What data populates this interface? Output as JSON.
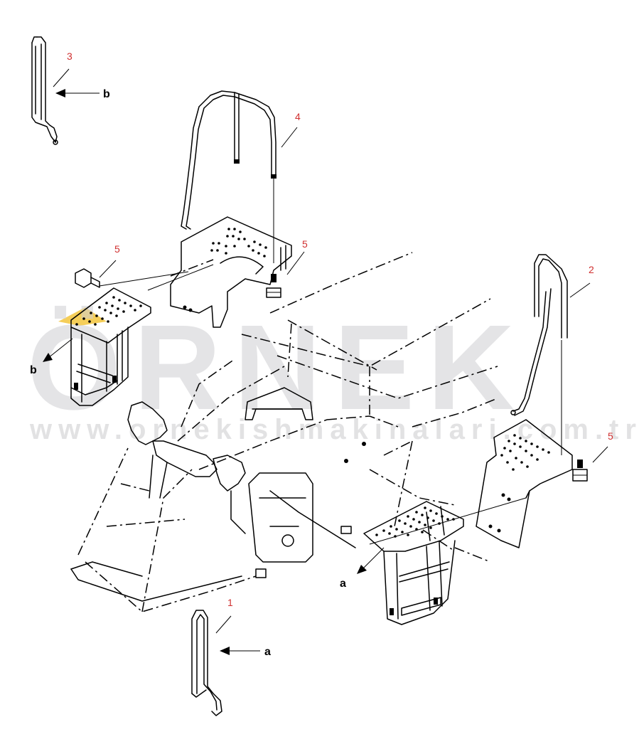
{
  "watermark": {
    "brand": "ÖRNEK",
    "url": "www.ornekishmakinalari.com.tr",
    "accent_color": "#f2c230",
    "text_color": "#cfcfd2"
  },
  "callouts": {
    "item_1": "1",
    "item_2": "2",
    "item_3": "3",
    "item_4": "4",
    "item_5_left": "5",
    "item_5_center": "5",
    "item_5_right": "5"
  },
  "reference_letters": {
    "a_bottom": "a",
    "a_step": "a",
    "b_top": "b",
    "b_left": "b"
  }
}
